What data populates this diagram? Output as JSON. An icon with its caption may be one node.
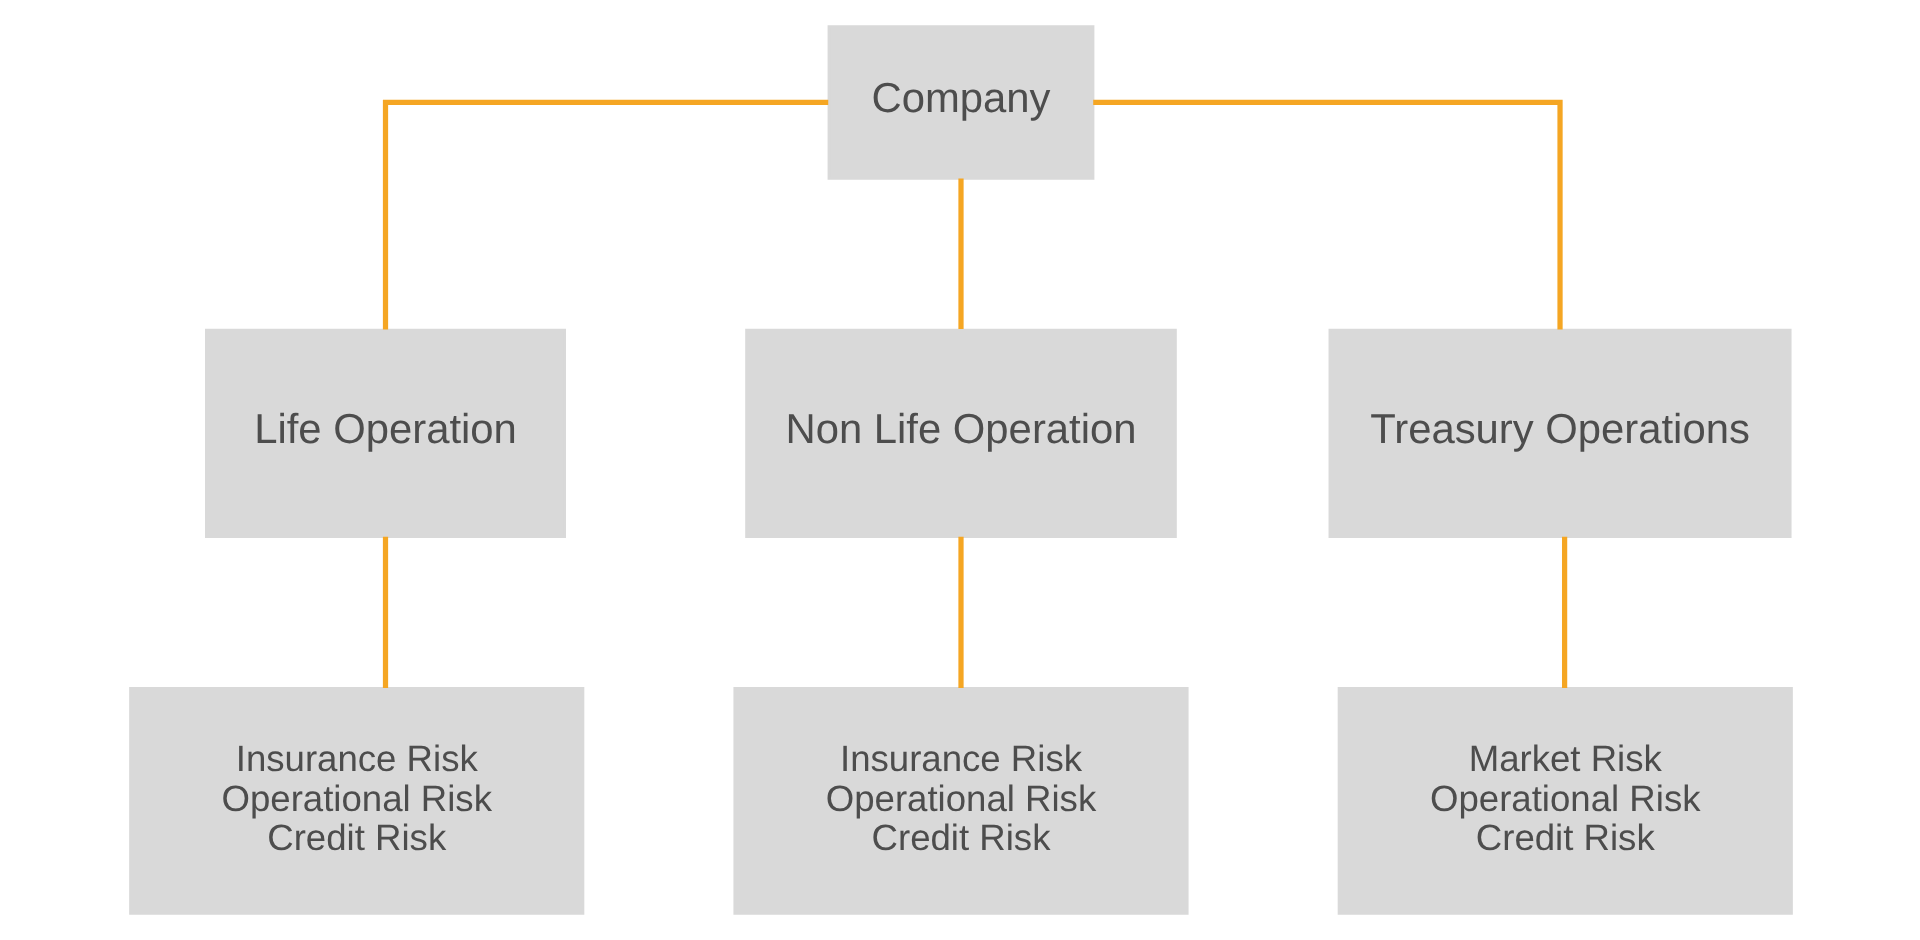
{
  "diagram": {
    "nodes": [
      {
        "text": [
          "Company"
        ]
      },
      {
        "text": [
          "Life Operation"
        ]
      },
      {
        "text": [
          "Non Life Operation"
        ]
      },
      {
        "text": [
          "Treasury Operations"
        ]
      },
      {
        "text": [
          "Insurance Risk",
          "Operational Risk",
          "Credit Risk"
        ]
      },
      {
        "text": [
          "Insurance Risk",
          "Operational Risk",
          "Credit Risk"
        ]
      },
      {
        "text": [
          "Market Risk",
          "Operational Risk",
          "Credit Risk"
        ]
      }
    ],
    "edges": [
      {
        "from": 0,
        "to": 1,
        "arrow": "none"
      },
      {
        "from": 0,
        "to": 2,
        "arrow": "none"
      },
      {
        "from": 0,
        "to": 3,
        "arrow": "none"
      },
      {
        "from": 1,
        "to": 4,
        "arrow": "none"
      },
      {
        "from": 2,
        "to": 5,
        "arrow": "none"
      },
      {
        "from": 3,
        "to": 6,
        "arrow": "none"
      }
    ]
  }
}
